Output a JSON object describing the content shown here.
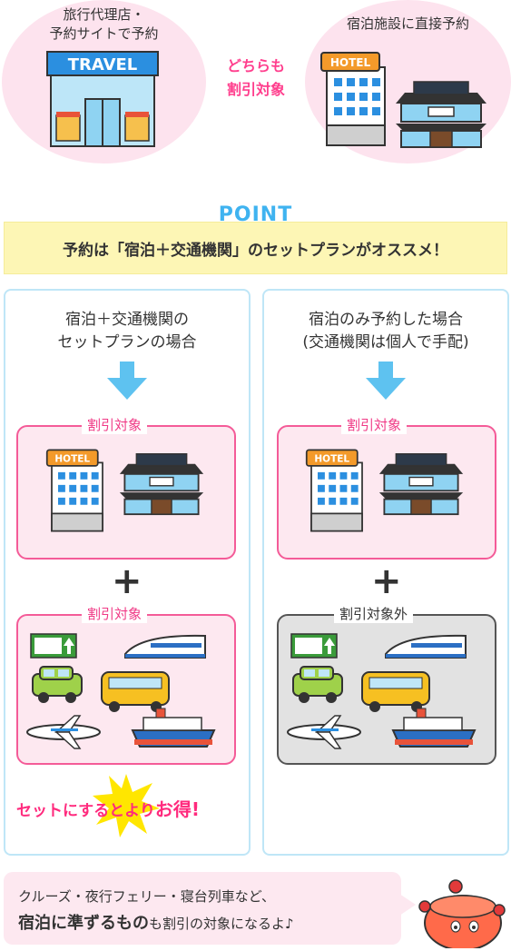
{
  "top": {
    "agency_label_1": "旅行代理店・",
    "agency_label_2": "予約サイトで予約",
    "travel_sign": "TRAVEL",
    "both_line_1": "どちらも",
    "both_line_2": "割引対象",
    "direct_label": "宿泊施設に直接予約",
    "hotel_sign": "HOTEL"
  },
  "point": {
    "title": "POINT",
    "banner": "予約は「宿泊＋交通機関」のセットプランがオススメ！"
  },
  "left": {
    "title_1": "宿泊＋交通機関の",
    "title_2": "セットプランの場合",
    "box1_label": "割引対象",
    "box2_label": "割引対象",
    "hotel_sign": "HOTEL",
    "otoku_prefix": "セットにするとより",
    "otoku_suffix": "お得!"
  },
  "right": {
    "title_1": "宿泊のみ予約した場合",
    "title_2": "(交通機関は個人で手配)",
    "box1_label": "割引対象",
    "box2_label": "割引対象外",
    "hotel_sign": "HOTEL"
  },
  "note": {
    "line1": "クルーズ・夜行フェリー・寝台列車など、",
    "line2_strong": "宿泊に準ずるもの",
    "line2_rest": "も割引の対象になるよ♪"
  },
  "colors": {
    "pink": "#f45b98",
    "pink_bg": "#fde8f0",
    "blue": "#3fb3f0",
    "yellow_bg": "#fdf6b5"
  }
}
